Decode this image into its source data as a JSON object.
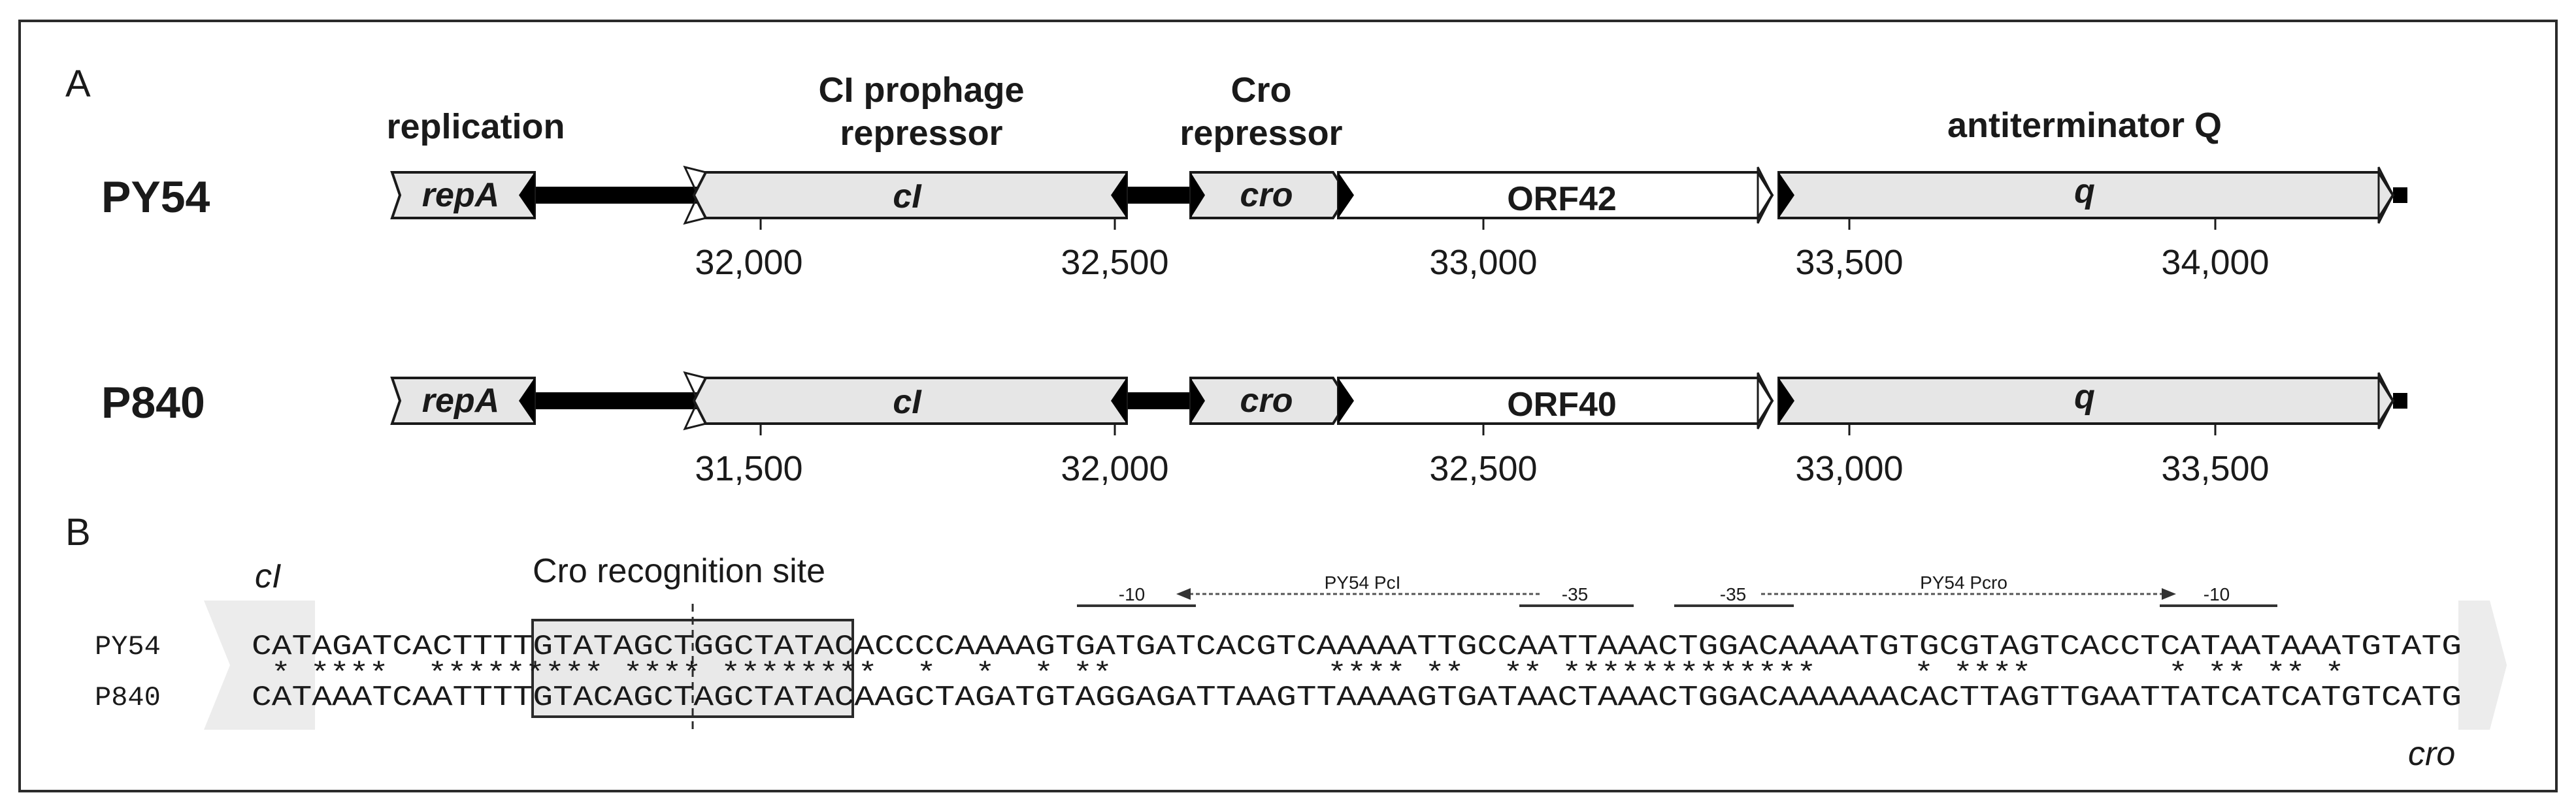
{
  "panel_a": {
    "label": "A",
    "region_labels": {
      "replication": "replication",
      "ci_line1": "CI prophage",
      "ci_line2": "repressor",
      "cro_line1": "Cro",
      "cro_line2": "repressor",
      "antiterminator": "antiterminator Q"
    },
    "tracks": [
      {
        "name": "PY54",
        "genes": {
          "repA": "repA",
          "cI": "cI",
          "cro": "cro",
          "orf": "ORF42",
          "q": "q"
        },
        "ticks": [
          "32,000",
          "32,500",
          "33,000",
          "33,500",
          "34,000"
        ]
      },
      {
        "name": "P840",
        "genes": {
          "repA": "repA",
          "cI": "cI",
          "cro": "cro",
          "orf": "ORF40",
          "q": "q"
        },
        "ticks": [
          "31,500",
          "32,000",
          "32,500",
          "33,000",
          "33,500"
        ]
      }
    ]
  },
  "panel_b": {
    "label": "B",
    "left_gene": "cI",
    "right_gene": "cro",
    "site_label": "Cro recognition site",
    "promoters": {
      "pcl": {
        "minus10": "-10",
        "label": "PY54 PcI",
        "minus35": "-35"
      },
      "pcro": {
        "minus35": "-35",
        "label": "PY54 Pcro",
        "minus10": "-10"
      }
    },
    "alignment": {
      "top_name": "PY54",
      "top_seq": "CATAGATCACTTTTGTATAGCTGGCTATACACCCCAAAAGTGATGATCACGTCAAAAATTGCCAATTAAACTGGACAAAATGTGCGTAGTCACCTCATAATAAATGTATG",
      "match": " * ****  ********* **** ********  *  *  * **           **** **  ** *************     * ****       * ** ** *      ",
      "bottom_name": "P840",
      "bottom_seq": "CATAAATCAATTTTGTACAGCTAGCTATACAAGCTAGATGTAGGAGATTAAGTTAAAAGTGATAACTAAACTGGACAAAAAACACTTAGTTGAATTATCATCATGTCATG"
    }
  },
  "colors": {
    "gene_fill": "#e6e6e6",
    "gene_stroke": "#1a1a1a",
    "backbone": "#000000",
    "highlight": "#ececec"
  }
}
